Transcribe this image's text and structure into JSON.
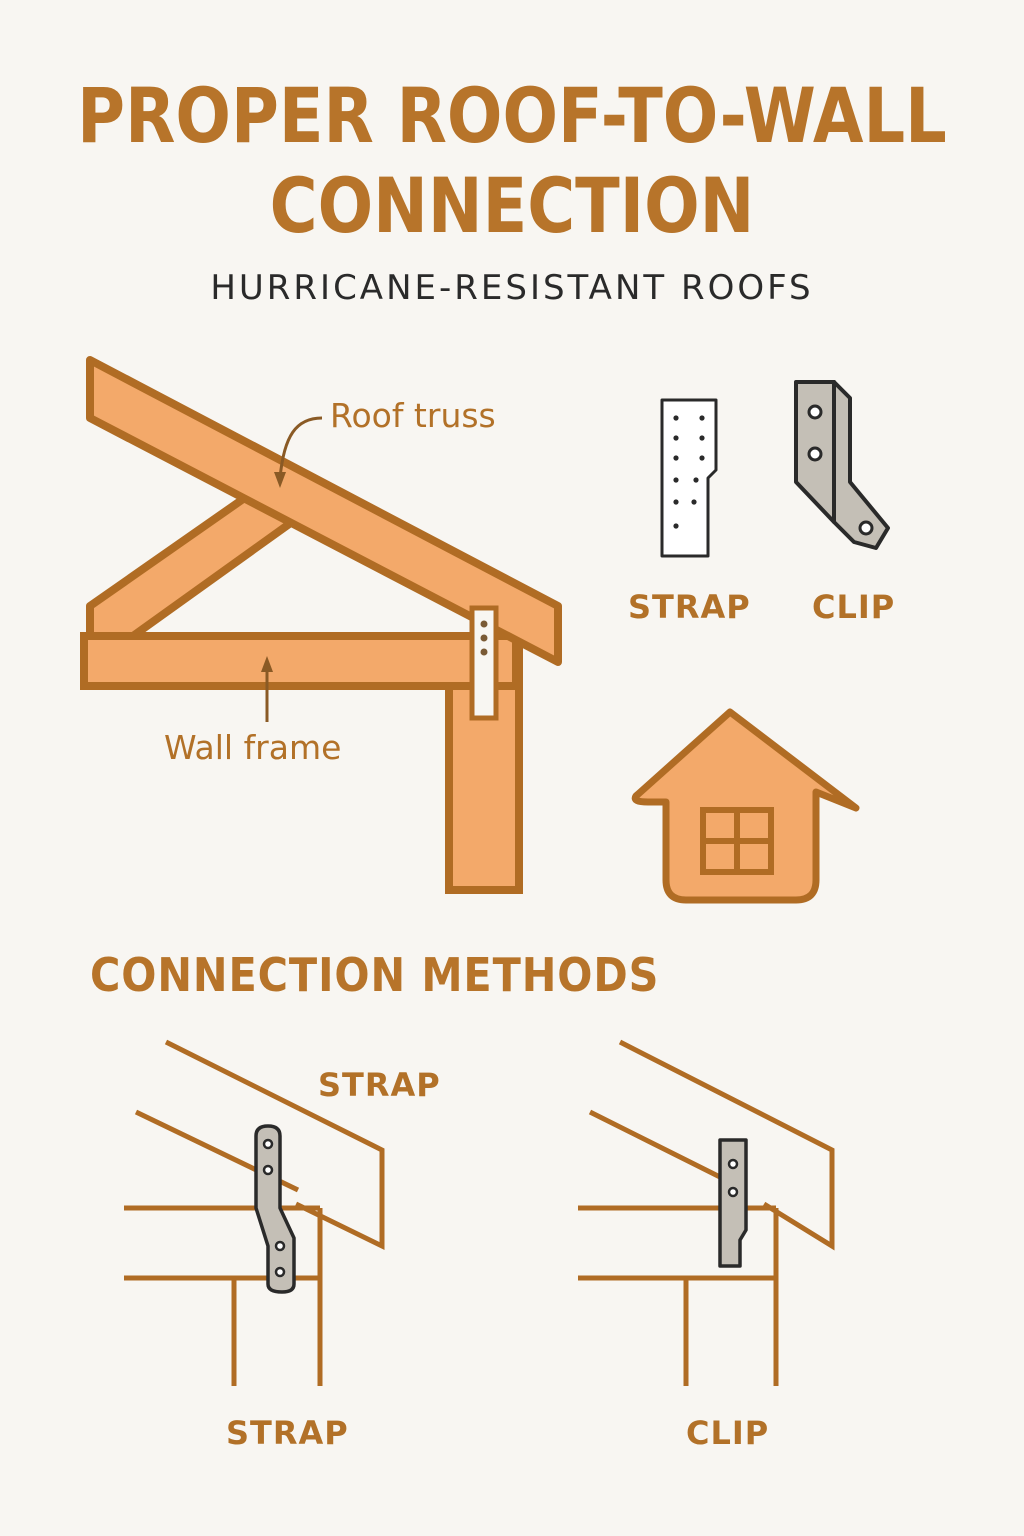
{
  "title": {
    "line1": "PROPER ROOF-TO-WALL",
    "line2": "CONNECTION"
  },
  "subtitle": "HURRICANE-RESISTANT ROOFS",
  "main_diagram": {
    "roof_truss_label": "Roof truss",
    "wall_frame_label": "Wall frame"
  },
  "hardware": {
    "strap_label": "STRAP",
    "clip_label": "CLIP"
  },
  "methods": {
    "section_title": "CONNECTION METHODS",
    "strap_top_label": "STRAP",
    "strap_bottom_label": "STRAP",
    "clip_bottom_label": "CLIP"
  },
  "colors": {
    "background": "#f8f6f2",
    "accent": "#b7742a",
    "wood_fill": "#f3a96a",
    "wood_outline": "#b06c24",
    "metal_fill": "#c7c2b8",
    "metal_outline": "#2a2a2a"
  }
}
